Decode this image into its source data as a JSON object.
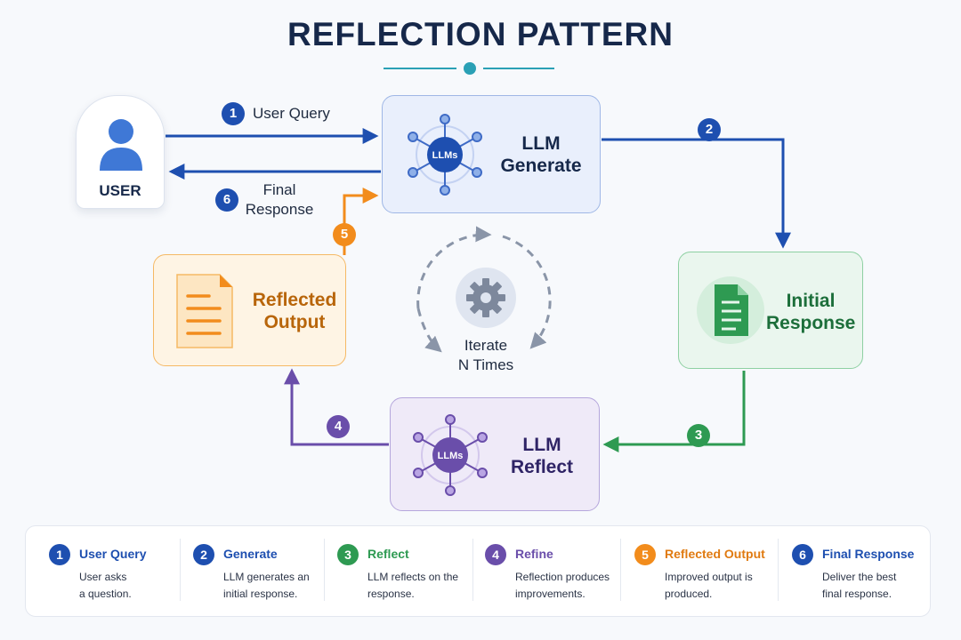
{
  "title": "REFLECTION PATTERN",
  "user": {
    "label": "USER"
  },
  "nodes": {
    "generate": {
      "line1": "LLM",
      "line2": "Generate",
      "hub": "LLMs"
    },
    "initial": {
      "line1": "Initial",
      "line2": "Response"
    },
    "reflect": {
      "line1": "LLM",
      "line2": "Reflect",
      "hub": "LLMs"
    },
    "output": {
      "line1": "Reflected",
      "line2": "Output"
    }
  },
  "loop": {
    "line1": "Iterate",
    "line2": "N Times"
  },
  "flow": {
    "s1": {
      "num": "1",
      "label": "User Query"
    },
    "s2": {
      "num": "2"
    },
    "s3": {
      "num": "3"
    },
    "s4": {
      "num": "4"
    },
    "s5": {
      "num": "5"
    },
    "s6": {
      "num": "6",
      "line1": "Final",
      "line2": "Response"
    }
  },
  "legend": [
    {
      "num": "1",
      "title": "User Query",
      "line1": "User asks",
      "line2": "a question.",
      "color": "#1e4fb0"
    },
    {
      "num": "2",
      "title": "Generate",
      "line1": "LLM generates an",
      "line2": "initial response.",
      "color": "#1e4fb0"
    },
    {
      "num": "3",
      "title": "Reflect",
      "line1": "LLM reflects on the",
      "line2": "response.",
      "color": "#2e9a52"
    },
    {
      "num": "4",
      "title": "Refine",
      "line1": "Reflection produces",
      "line2": "improvements.",
      "color": "#6a4eaa"
    },
    {
      "num": "5",
      "title": "Reflected Output",
      "line1": "Improved output is",
      "line2": "produced.",
      "color": "#f28c1c"
    },
    {
      "num": "6",
      "title": "Final Response",
      "line1": "Deliver the best",
      "line2": "final response.",
      "color": "#1e4fb0"
    }
  ],
  "colors": {
    "blue": "#1e4fb0",
    "green": "#2e9a52",
    "purple": "#6a4eaa",
    "orange": "#f28c1c",
    "teal": "#2aa0b5",
    "navy": "#16284a"
  }
}
